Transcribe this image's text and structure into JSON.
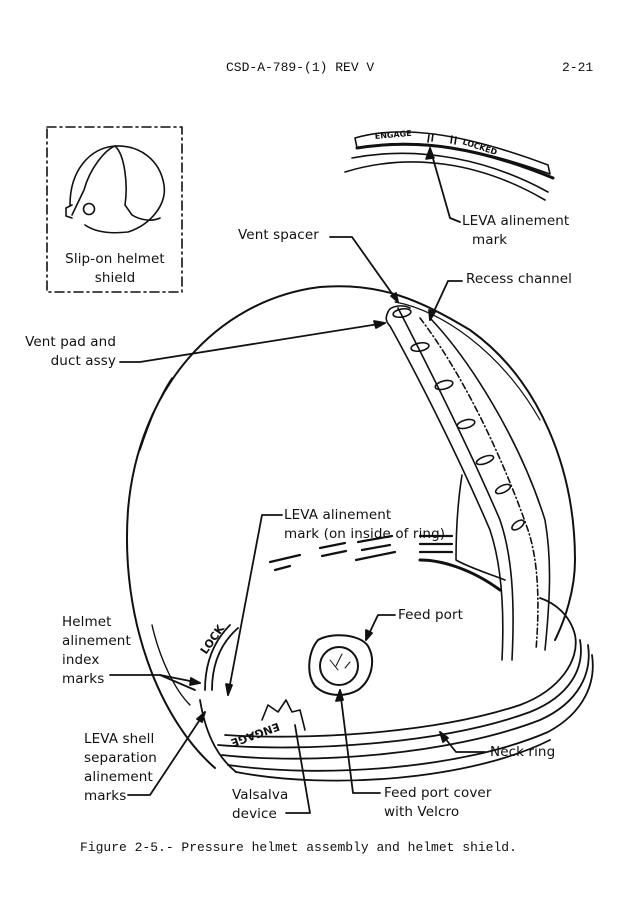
{
  "header": {
    "document_id": "CSD-A-789-(1) REV V",
    "page_number": "2-21"
  },
  "figure": {
    "caption": "Figure 2-5.- Pressure helmet assembly and helmet shield.",
    "inset": {
      "label_lines": [
        "Slip-on helmet",
        "shield"
      ]
    },
    "detail_ring": {
      "engage_text": "ENGAGE",
      "locked_text": "LOCKED"
    },
    "ring_markings": {
      "lock_text": "LOCK",
      "engage_text": "ENGAGE"
    },
    "callouts": {
      "leva_alinement_mark": [
        "LEVA alinement",
        "mark"
      ],
      "vent_spacer": [
        "Vent spacer"
      ],
      "recess_channel": [
        "Recess channel"
      ],
      "vent_pad": [
        "Vent pad and",
        "duct assy"
      ],
      "leva_inside_ring": [
        "LEVA alinement",
        "mark (on inside of ring)"
      ],
      "feed_port": [
        "Feed port"
      ],
      "helmet_index_marks": [
        "Helmet",
        "alinement",
        "index",
        "marks"
      ],
      "leva_shell_separation": [
        "LEVA shell",
        "separation",
        "alinement",
        "marks"
      ],
      "neck_ring": [
        "Neck ring"
      ],
      "valsalva": [
        "Valsalva",
        "device"
      ],
      "feed_port_cover": [
        "Feed port cover",
        "with Velcro"
      ]
    }
  }
}
